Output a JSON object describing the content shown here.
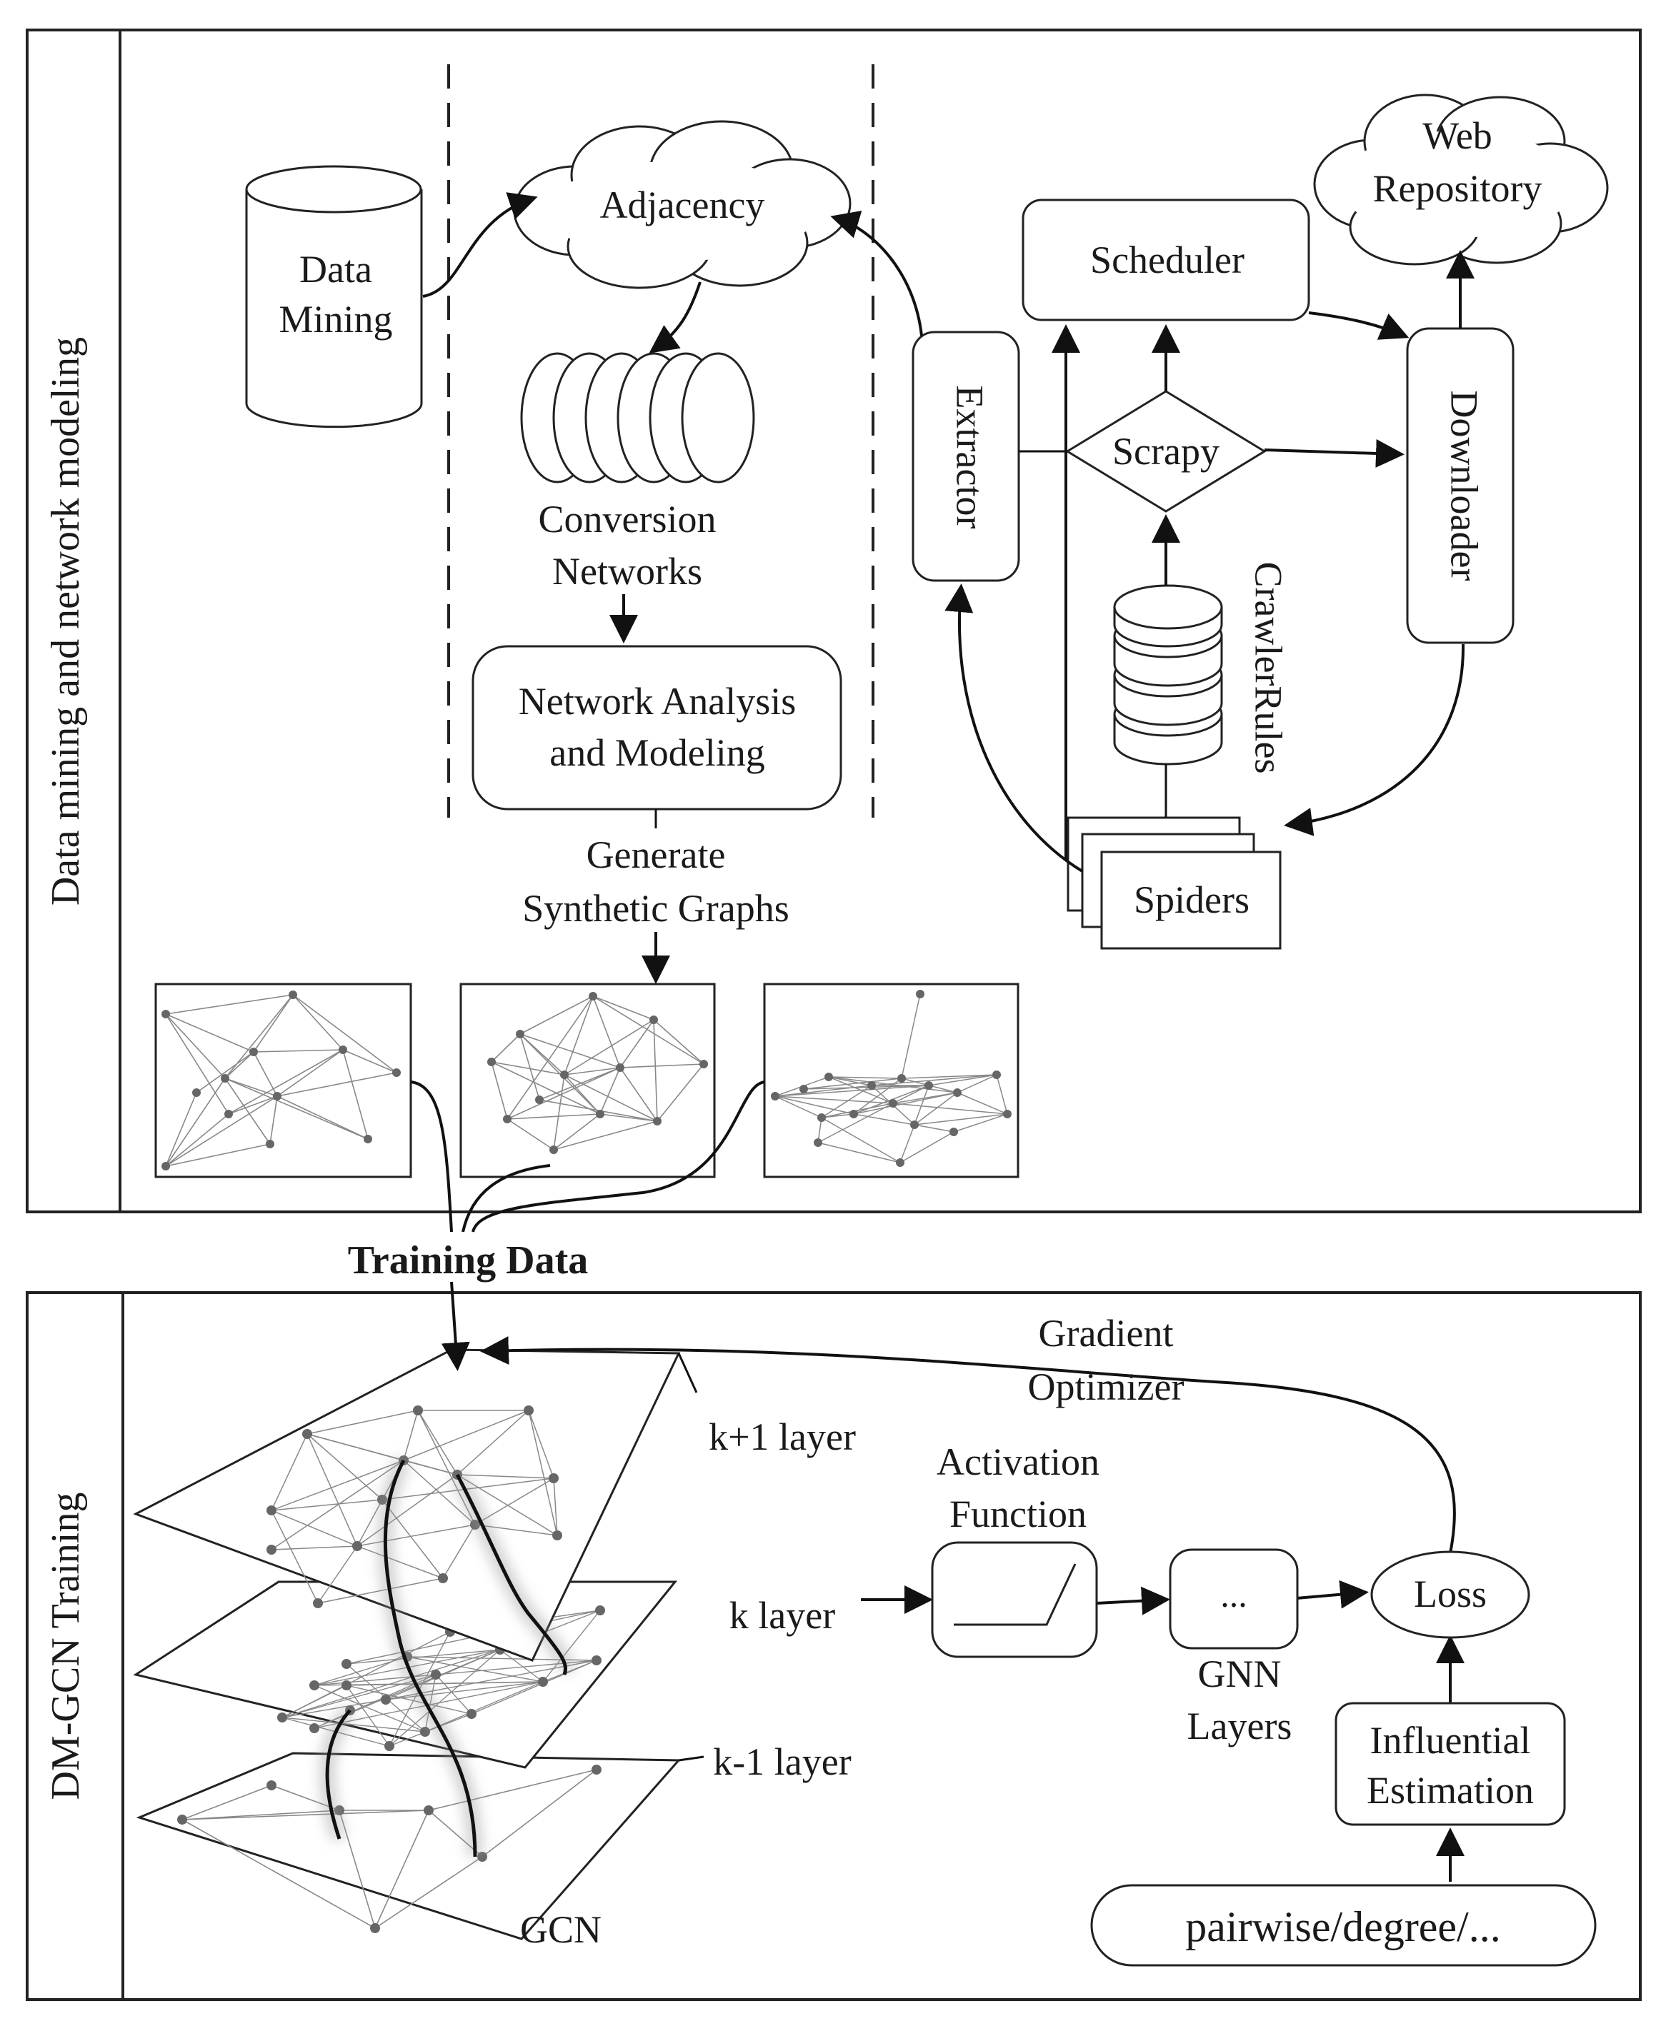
{
  "panels": {
    "top_label": "Data mining and network modeling",
    "bottom_label": "DM-GCN Training"
  },
  "data_mining": {
    "cylinder_line1": "Data",
    "cylinder_line2": "Mining",
    "adjacency": "Adjacency",
    "conversion_line1": "Conversion",
    "conversion_line2": "Networks",
    "analysis_line1": "Network Analysis",
    "analysis_line2": "and Modeling",
    "generate_line1": "Generate",
    "generate_line2": "Synthetic Graphs"
  },
  "crawler": {
    "web_line1": "Web",
    "web_line2": "Repository",
    "scheduler": "Scheduler",
    "extractor": "Extractor",
    "scrapy": "Scrapy",
    "downloader": "Downloader",
    "crawler_rules": "CrawlerRules",
    "spiders": "Spiders"
  },
  "training_data": "Training Data",
  "gcn": {
    "gradient_line1": "Gradient",
    "gradient_line2": "Optimizer",
    "layer_top": "k+1 layer",
    "layer_mid": "k layer",
    "layer_bottom": "k-1 layer",
    "gcn_label": "GCN",
    "activation_line1": "Activation",
    "activation_line2": "Function",
    "gnn_dots": "...",
    "gnn_line1": "GNN",
    "gnn_line2": "Layers",
    "loss": "Loss",
    "influential_line1": "Influential",
    "influential_line2": "Estimation",
    "pairwise": "pairwise/degree/..."
  }
}
